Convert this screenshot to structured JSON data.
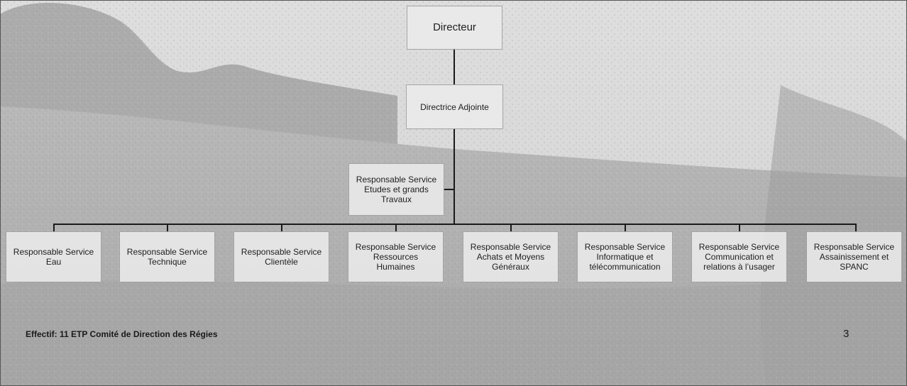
{
  "org_chart": {
    "director": "Directeur",
    "deputy": "Directrice Adjointe",
    "studies_service": "Responsable Service\nEtudes et grands\nTravaux",
    "services": [
      "Responsable Service\nEau",
      "Responsable Service\nTechnique",
      "Responsable Service\nClientèle",
      "Responsable Service\nRessources\nHumaines",
      "Responsable Service\nAchats et Moyens\nGénéraux",
      "Responsable Service\nInformatique et\ntélécommunication",
      "Responsable Service\nCommunication et\nrelations à l’usager",
      "Responsable Service\nAssainissement et\nSPANC"
    ]
  },
  "footer": {
    "caption": "Effectif: 11 ETP Comité de Direction des Régies",
    "page_number": "3"
  }
}
